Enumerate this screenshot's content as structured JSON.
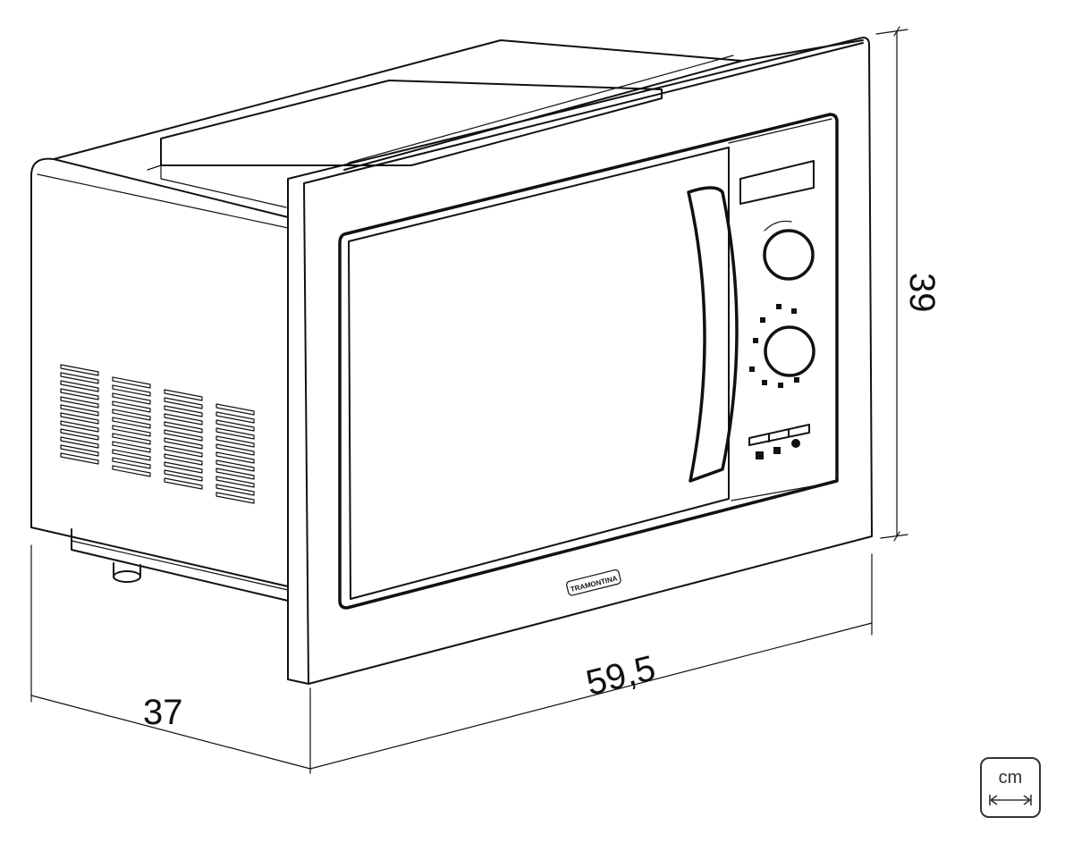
{
  "dimensions": {
    "height": "39",
    "width": "59,5",
    "depth": "37"
  },
  "brand_label": "TRAMONTINA",
  "unit_badge": {
    "label": "cm",
    "icon": "double-arrow-icon"
  }
}
